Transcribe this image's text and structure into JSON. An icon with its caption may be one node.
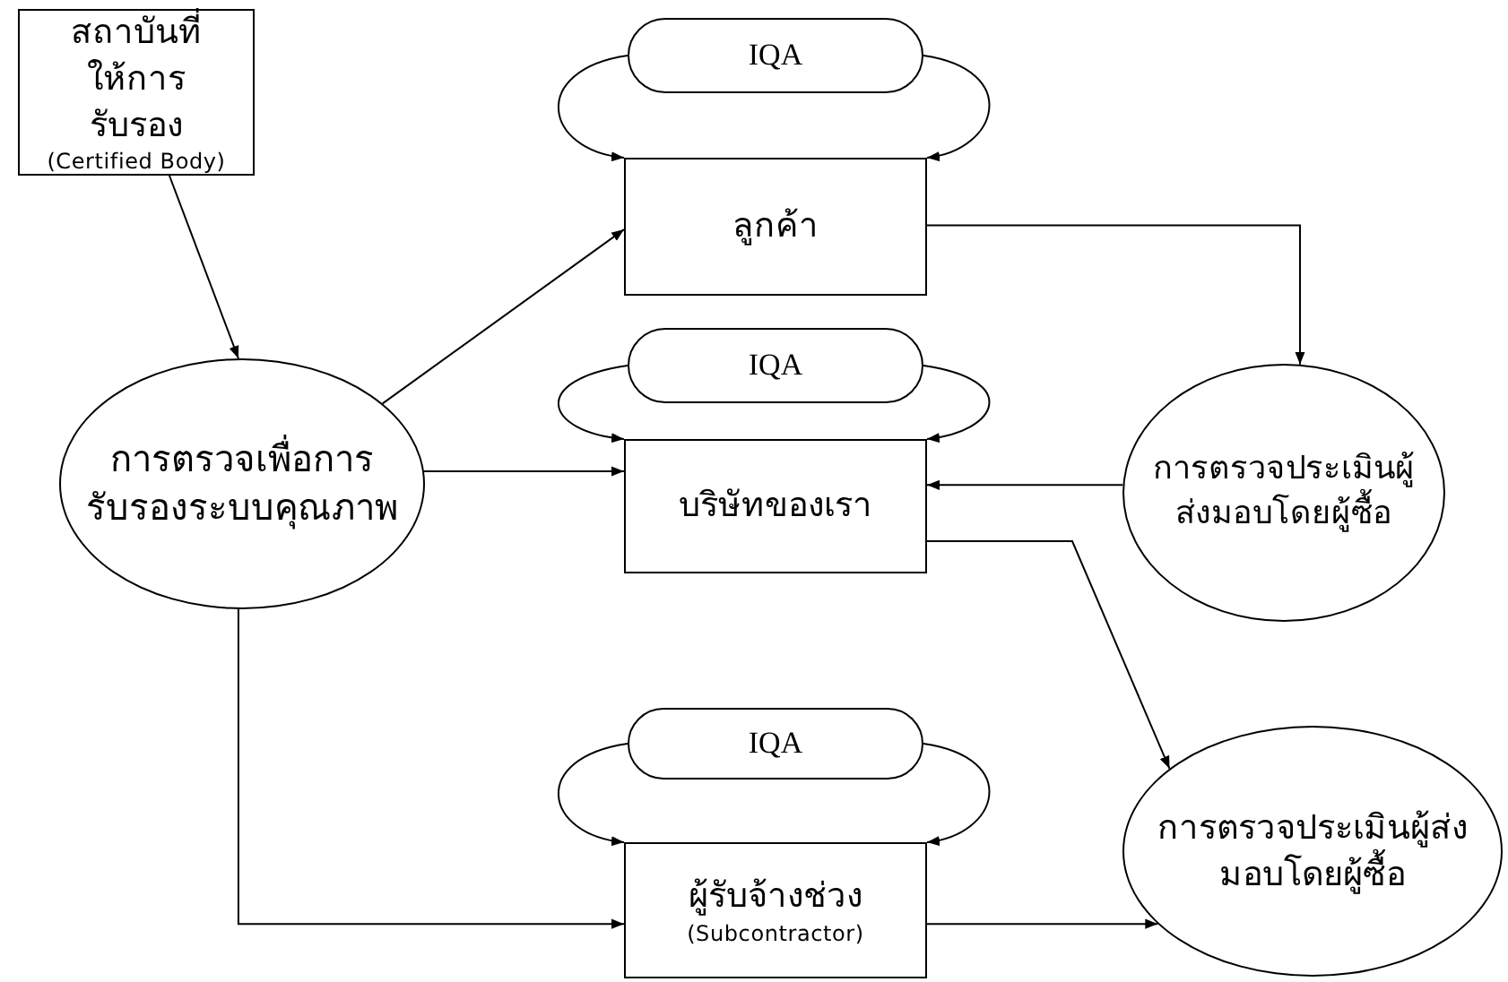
{
  "diagram": {
    "nodes": [
      {
        "text": [
          "สถาบันที่ให้การรับรอง",
          "(Certified Body)"
        ]
      },
      {
        "text": [
          "IQA"
        ]
      },
      {
        "text": [
          "ลูกค้า"
        ]
      },
      {
        "text": [
          "IQA"
        ]
      },
      {
        "text": [
          "บริษัทของเรา"
        ]
      },
      {
        "text": [
          "การตรวจเพื่อการรับรองระบบคุณภาพ"
        ]
      },
      {
        "text": [
          "การตรวจประเมินผู้ส่งมอบโดยผู้ซื้อ"
        ]
      },
      {
        "text": [
          "IQA"
        ]
      },
      {
        "text": [
          "ผู้รับจ้างช่วง",
          "(Subcontractor)"
        ]
      },
      {
        "text": [
          "การตรวจประเมินผู้ส่งมอบโดยผู้ซื้อ"
        ]
      }
    ],
    "edges": [
      {
        "from": 0,
        "to": 5,
        "arrow": "to"
      },
      {
        "from": 1,
        "to": 2,
        "arrow": "to"
      },
      {
        "from": 1,
        "to": 2,
        "arrow": "to"
      },
      {
        "from": 3,
        "to": 4,
        "arrow": "to"
      },
      {
        "from": 3,
        "to": 4,
        "arrow": "to"
      },
      {
        "from": 7,
        "to": 8,
        "arrow": "to"
      },
      {
        "from": 7,
        "to": 8,
        "arrow": "to"
      },
      {
        "from": 5,
        "to": 2,
        "arrow": "to"
      },
      {
        "from": 5,
        "to": 4,
        "arrow": "to"
      },
      {
        "from": 5,
        "to": 8,
        "arrow": "to"
      },
      {
        "from": 2,
        "to": 6,
        "arrow": "to"
      },
      {
        "from": 6,
        "to": 4,
        "arrow": "to"
      },
      {
        "from": 4,
        "to": 9,
        "arrow": "to"
      },
      {
        "from": 8,
        "to": 9,
        "arrow": "to"
      }
    ]
  }
}
